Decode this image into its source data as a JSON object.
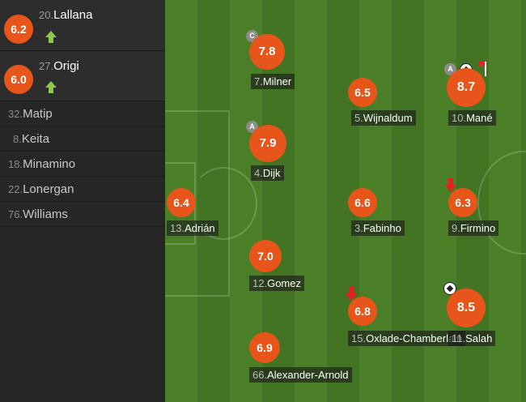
{
  "substitutes_in": [
    {
      "number": "20.",
      "name": "Lallana",
      "rating": "6.2"
    },
    {
      "number": "27.",
      "name": "Origi",
      "rating": "6.0"
    }
  ],
  "bench": [
    {
      "number": "32.",
      "name": "Matip"
    },
    {
      "number": "8.",
      "name": "Keita"
    },
    {
      "number": "18.",
      "name": "Minamino"
    },
    {
      "number": "22.",
      "name": "Lonergan"
    },
    {
      "number": "76.",
      "name": "Williams"
    }
  ],
  "players": [
    {
      "number": "7.",
      "name": "Milner",
      "rating": "7.8",
      "badge": "C"
    },
    {
      "number": "4.",
      "name": "Dijk",
      "rating": "7.9",
      "badge": "A"
    },
    {
      "number": "5.",
      "name": "Wijnaldum",
      "rating": "6.5"
    },
    {
      "number": "10.",
      "name": "Mané",
      "rating": "8.7",
      "badge": "A"
    },
    {
      "number": "13.",
      "name": "Adrián",
      "rating": "6.4"
    },
    {
      "number": "3.",
      "name": "Fabinho",
      "rating": "6.6"
    },
    {
      "number": "9.",
      "name": "Firmino",
      "rating": "6.3"
    },
    {
      "number": "12.",
      "name": "Gomez",
      "rating": "7.0"
    },
    {
      "number": "15.",
      "name": "Oxlade-Chamberlain",
      "rating": "6.8"
    },
    {
      "number": "11.",
      "name": "Salah",
      "rating": "8.5"
    },
    {
      "number": "66.",
      "name": "Alexander-Arnold",
      "rating": "6.9"
    }
  ],
  "colors": {
    "rating_badge": "#e8551b",
    "sub_arrow": "#8fc84a",
    "sub_off_arrow": "#e52020"
  }
}
